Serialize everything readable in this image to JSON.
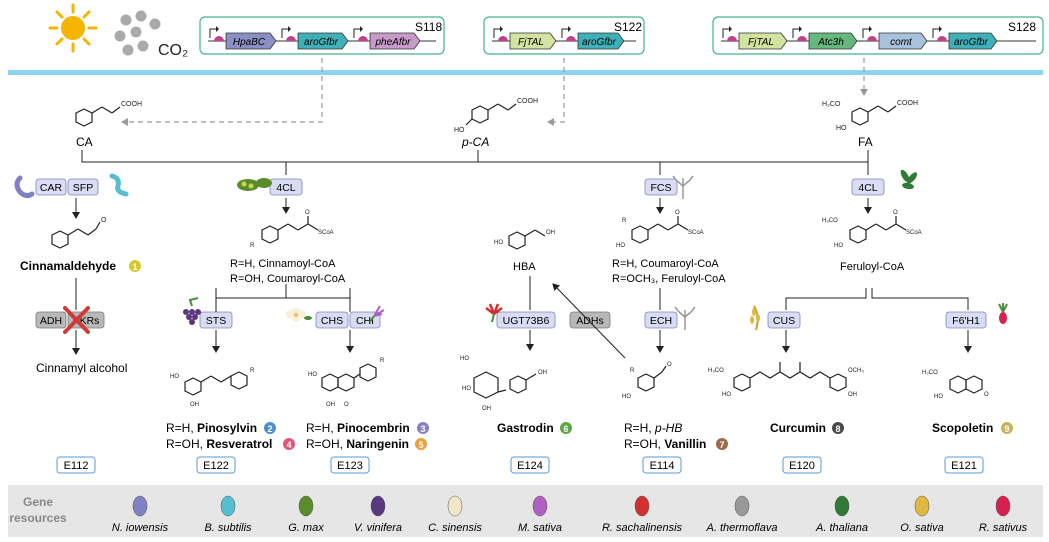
{
  "co2_label": "CO₂",
  "strains": {
    "s118": {
      "name": "S118",
      "genes": [
        {
          "label": "HpaBC",
          "color": "#8b90c4"
        },
        {
          "label": "aroGfbr",
          "color": "#3fb0b8"
        },
        {
          "label": "pheAfbr",
          "color": "#c79ac9"
        }
      ]
    },
    "s122": {
      "name": "S122",
      "genes": [
        {
          "label": "FjTAL",
          "color": "#d2e2a0"
        },
        {
          "label": "aroGfbr",
          "color": "#3fb0b8"
        }
      ]
    },
    "s128": {
      "name": "S128",
      "genes": [
        {
          "label": "FjTAL",
          "color": "#d2e2a0"
        },
        {
          "label": "Atc3h",
          "color": "#66b77e"
        },
        {
          "label": "comt",
          "color": "#a8c2dd"
        },
        {
          "label": "aroGfbr",
          "color": "#3fb0b8"
        }
      ]
    }
  },
  "precursors": {
    "ca": "CA",
    "pca": "p-CA",
    "fa": "FA"
  },
  "enzymes": {
    "car": "CAR",
    "sfp": "SFP",
    "fourcl_a": "4CL",
    "fcs": "FCS",
    "fourcl_b": "4CL",
    "adh": "ADH",
    "akrs": "AKRs",
    "sts": "STS",
    "chs": "CHS",
    "chi": "CHI",
    "ugt": "UGT73B6",
    "adhs": "ADHs",
    "ech": "ECH",
    "cus": "CUS",
    "f6h1": "F6'H1"
  },
  "intermediates": {
    "cinnamaldehyde": "Cinnamaldehyde",
    "coa_left_1": "R=H, Cinnamoyl-CoA",
    "coa_left_2": "R=OH, Coumaroyl-CoA",
    "hba": "HBA",
    "coa_mid_1": "R=H, Coumaroyl-CoA",
    "coa_mid_2": "R=OCH₃, Feruloyl-CoA",
    "feruloyl_coa": "Feruloyl-CoA",
    "cinnamyl_alcohol": "Cinnamyl alcohol"
  },
  "products": {
    "p1": {
      "badge": "1",
      "color": "#d7c832"
    },
    "pinosylvin": {
      "prefix": "R=H, ",
      "name": "Pinosylvin",
      "badge": "2",
      "color": "#4f8fcf"
    },
    "resveratrol": {
      "prefix": "R=OH, ",
      "name": "Resveratrol",
      "badge": "4",
      "color": "#e0567a"
    },
    "pinocembrin": {
      "prefix": "R=H, ",
      "name": "Pinocembrin",
      "badge": "3",
      "color": "#8a80c2"
    },
    "naringenin": {
      "prefix": "R=OH, ",
      "name": "Naringenin",
      "badge": "5",
      "color": "#eaa040"
    },
    "gastrodin": {
      "name": "Gastrodin",
      "badge": "6",
      "color": "#5aa84a"
    },
    "phb": {
      "prefix": "R=H, ",
      "name": "p-HB"
    },
    "vanillin": {
      "prefix": "R=OH, ",
      "name": "Vanillin",
      "badge": "7",
      "color": "#9a6a4a"
    },
    "curcumin": {
      "name": "Curcumin",
      "badge": "8",
      "color": "#4a4a4a"
    },
    "scopoletin": {
      "name": "Scopoletin",
      "badge": "9",
      "color": "#c8b458"
    }
  },
  "strain_labels": [
    "E112",
    "E122",
    "E123",
    "E124",
    "E114",
    "E120",
    "E121"
  ],
  "gene_resources": {
    "title_line1": "Gene",
    "title_line2": "resources",
    "organisms": [
      {
        "name": "N. iowensis",
        "icon": "n-iowensis-icon"
      },
      {
        "name": "B. subtilis",
        "icon": "b-subtilis-icon"
      },
      {
        "name": "G. max",
        "icon": "soybean-icon"
      },
      {
        "name": "V. vinifera",
        "icon": "grape-icon"
      },
      {
        "name": "C. sinensis",
        "icon": "camellia-flower-icon"
      },
      {
        "name": "M. sativa",
        "icon": "alfalfa-flower-icon"
      },
      {
        "name": "R. sachalinensis",
        "icon": "rhodiola-flower-icon"
      },
      {
        "name": "A. thermoflava",
        "icon": "actinomycete-icon"
      },
      {
        "name": "A. thaliana",
        "icon": "arabidopsis-icon"
      },
      {
        "name": "O. sativa",
        "icon": "rice-icon"
      },
      {
        "name": "R. sativus",
        "icon": "radish-icon"
      }
    ]
  },
  "colors": {
    "divider": "#8ed3f0",
    "plasmid_border": "#46b38a",
    "enzyme_fill": "#d9dcf2",
    "enzyme_stroke": "#7e86b8",
    "arrow_dash": "#999999",
    "resources_bg": "#e6e6e6"
  }
}
